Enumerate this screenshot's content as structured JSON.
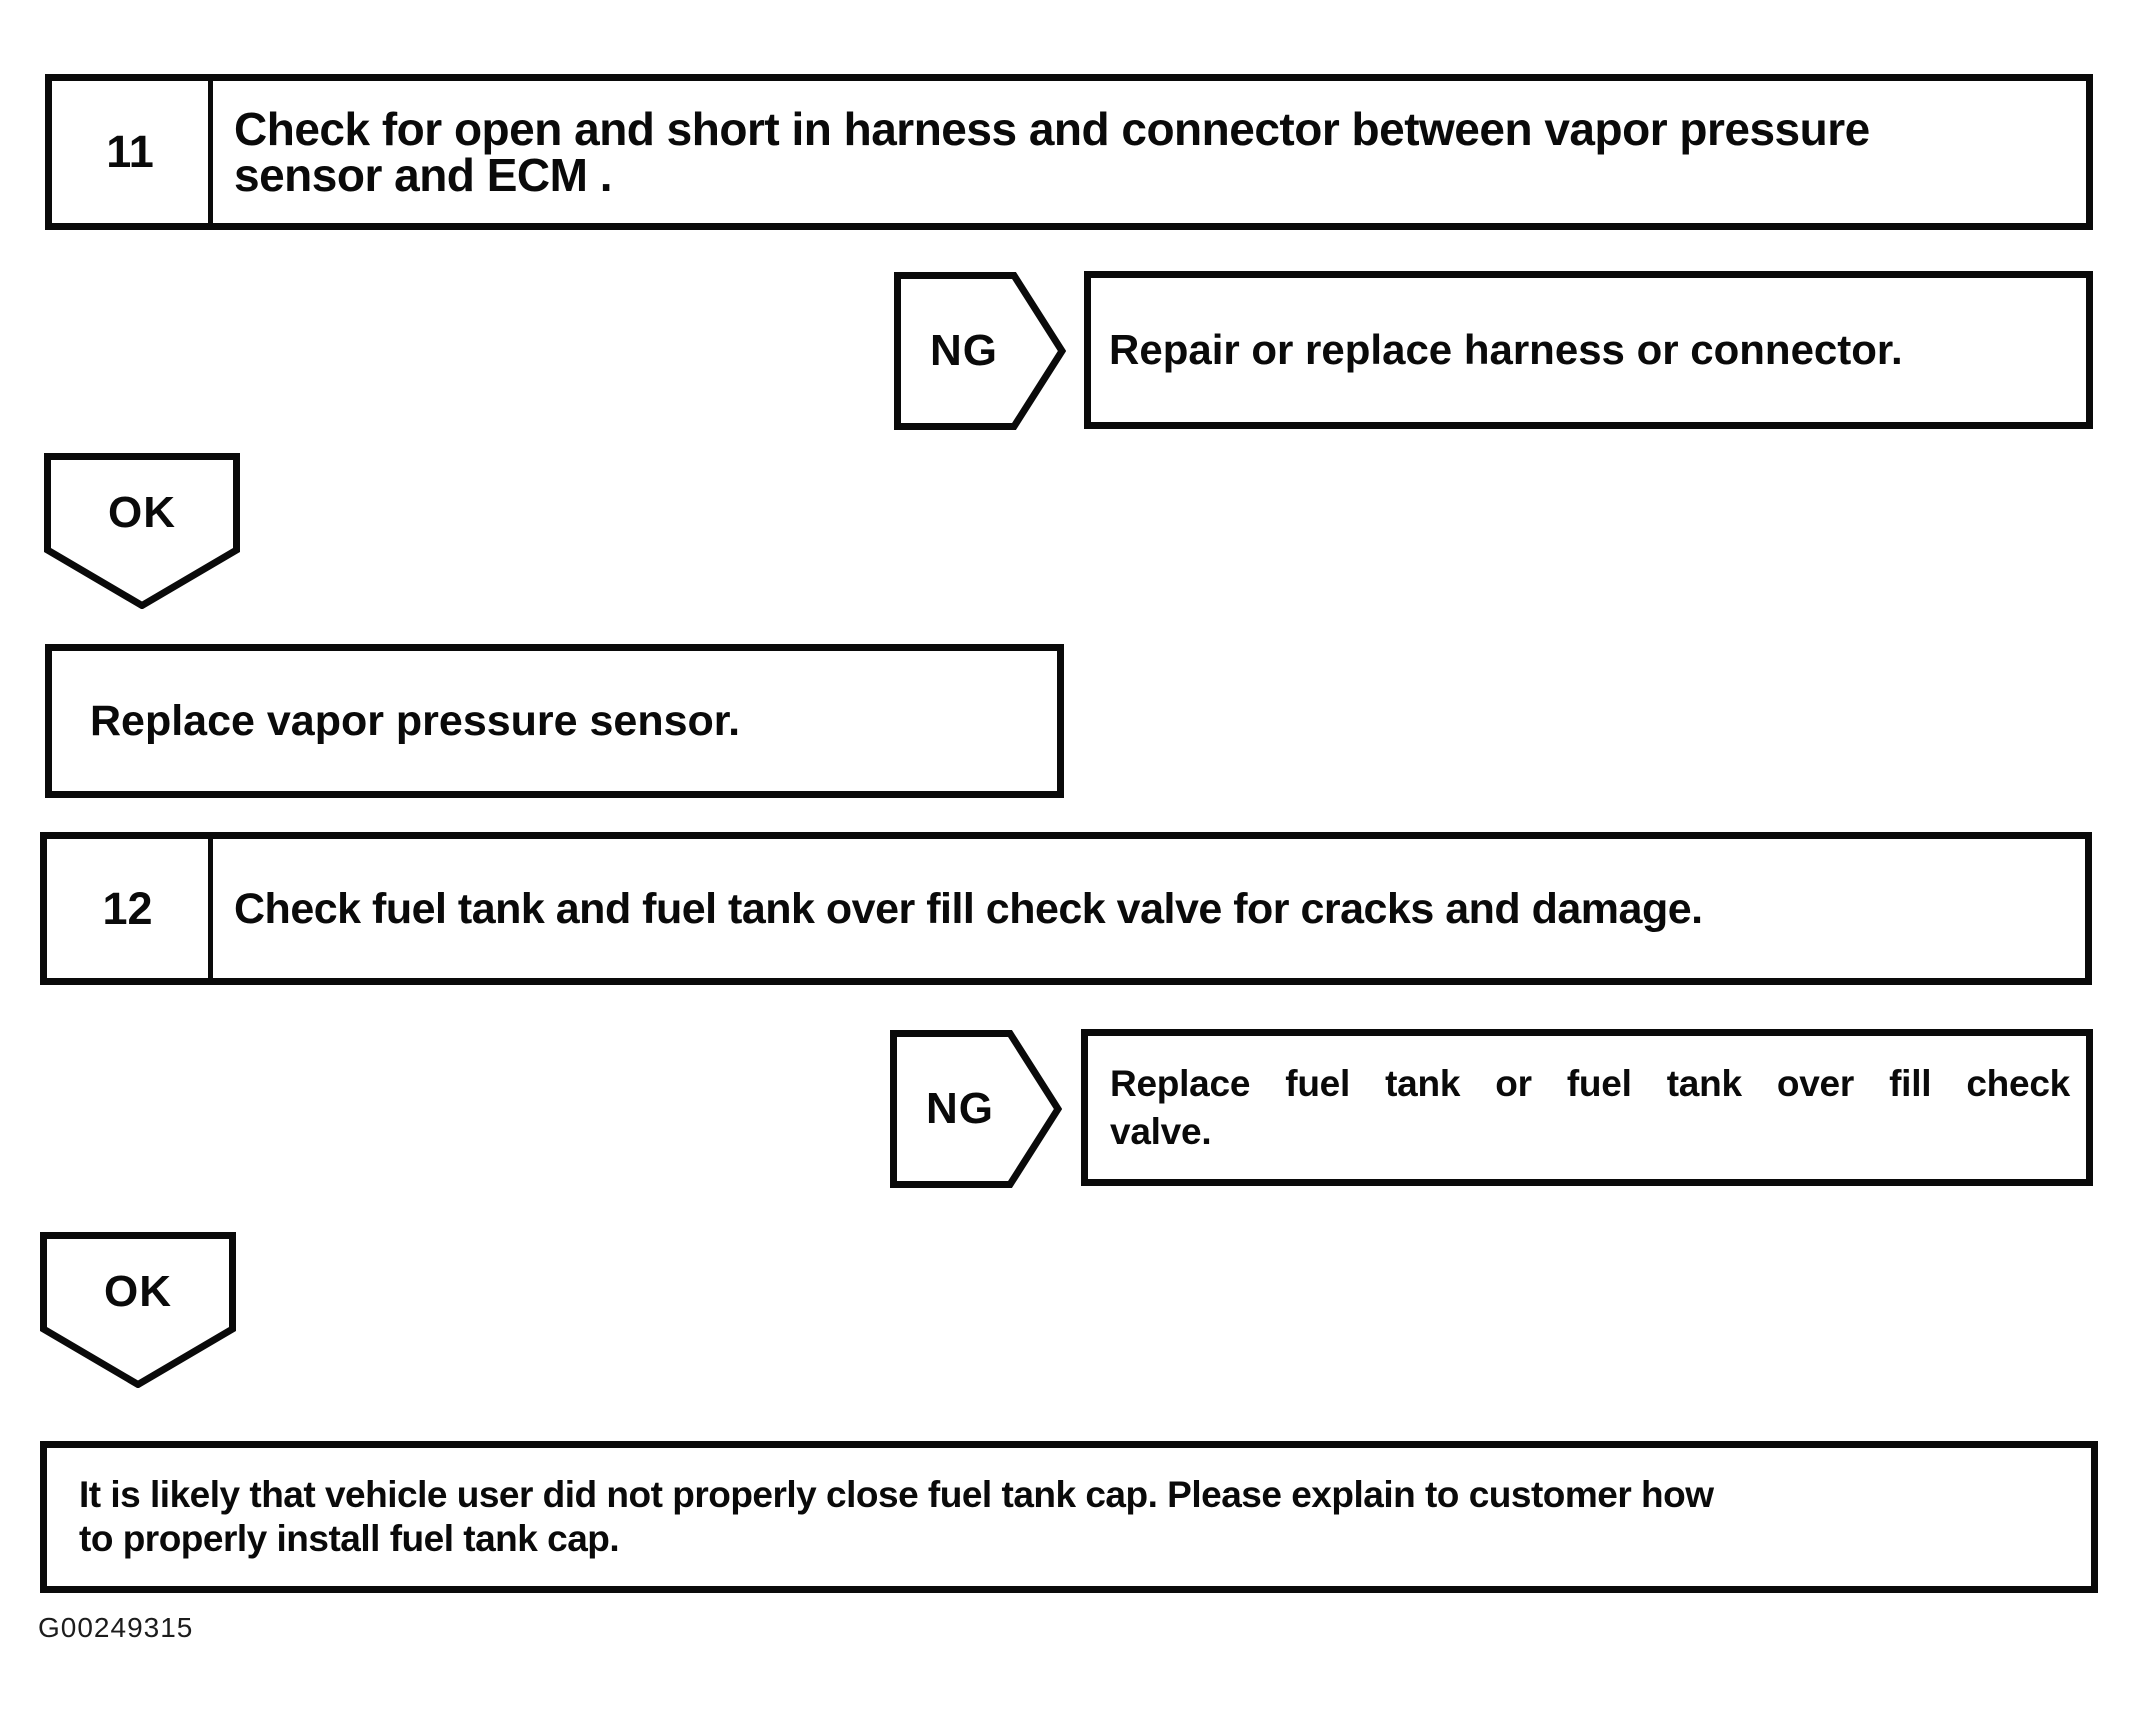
{
  "figure_id": "G00249315",
  "colors": {
    "ink": "#0a0a0a",
    "paper": "#ffffff"
  },
  "steps": {
    "step11": {
      "number": "11",
      "instruction_lines": [
        "Check for open and short in harness and connector between vapor pressure",
        "sensor and ECM ."
      ]
    },
    "step12": {
      "number": "12",
      "instruction_lines": [
        "Check fuel tank and fuel tank over fill check valve for cracks and damage."
      ]
    }
  },
  "branches": {
    "ng1": {
      "label": "NG",
      "action_lines": [
        "Repair or replace harness or connector."
      ]
    },
    "ok1": {
      "label": "OK"
    },
    "ng2": {
      "label": "NG",
      "action_lines": [
        "Replace fuel tank or fuel tank over fill check",
        "valve."
      ]
    },
    "ok2": {
      "label": "OK"
    }
  },
  "results": {
    "after_step11": {
      "text": "Replace vapor pressure sensor."
    },
    "after_step12_lines": [
      "It is likely that vehicle user did not properly close fuel tank cap. Please explain to customer how",
      "to properly install fuel tank cap."
    ]
  }
}
